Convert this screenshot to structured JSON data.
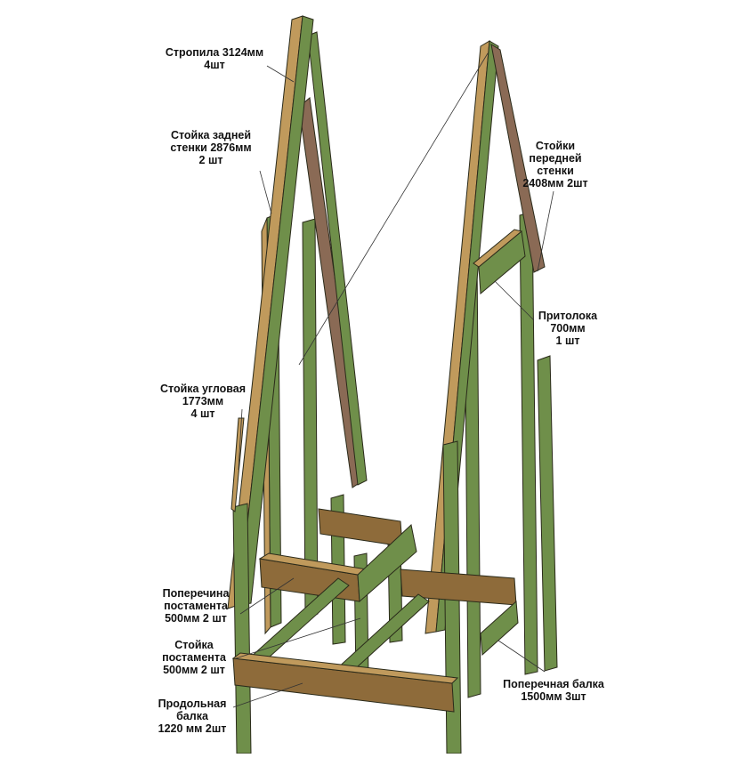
{
  "colors": {
    "green": "#6f8f4a",
    "green_dark": "#4f6b33",
    "tan": "#c09a5c",
    "tan_dark": "#8e6b3a",
    "brown_mauve": "#8a6a55",
    "outline": "#2a2a1a",
    "leader": "#333333"
  },
  "labels": {
    "rafters": [
      "Стропила 3124мм",
      "4шт"
    ],
    "back_wall_posts": [
      "Стойка задней",
      "стенки 2876мм",
      "2 шт"
    ],
    "front_wall_posts": [
      "Стойки",
      "передней",
      "стенки",
      "2408мм 2шт"
    ],
    "lintel": [
      "Притолока",
      "700мм",
      "1 шт"
    ],
    "corner_post": [
      "Стойка угловая",
      "1773мм",
      "4 шт"
    ],
    "platform_crossbar": [
      "Поперечина",
      "постамента",
      "500мм  2 шт"
    ],
    "platform_post": [
      "Стойка",
      "постамента",
      "500мм  2 шт"
    ],
    "longitudinal_beam": [
      "Продольная",
      "балка",
      "1220 мм 2шт"
    ],
    "cross_beam": [
      "Поперечная балка",
      "1500мм  3шт"
    ]
  }
}
